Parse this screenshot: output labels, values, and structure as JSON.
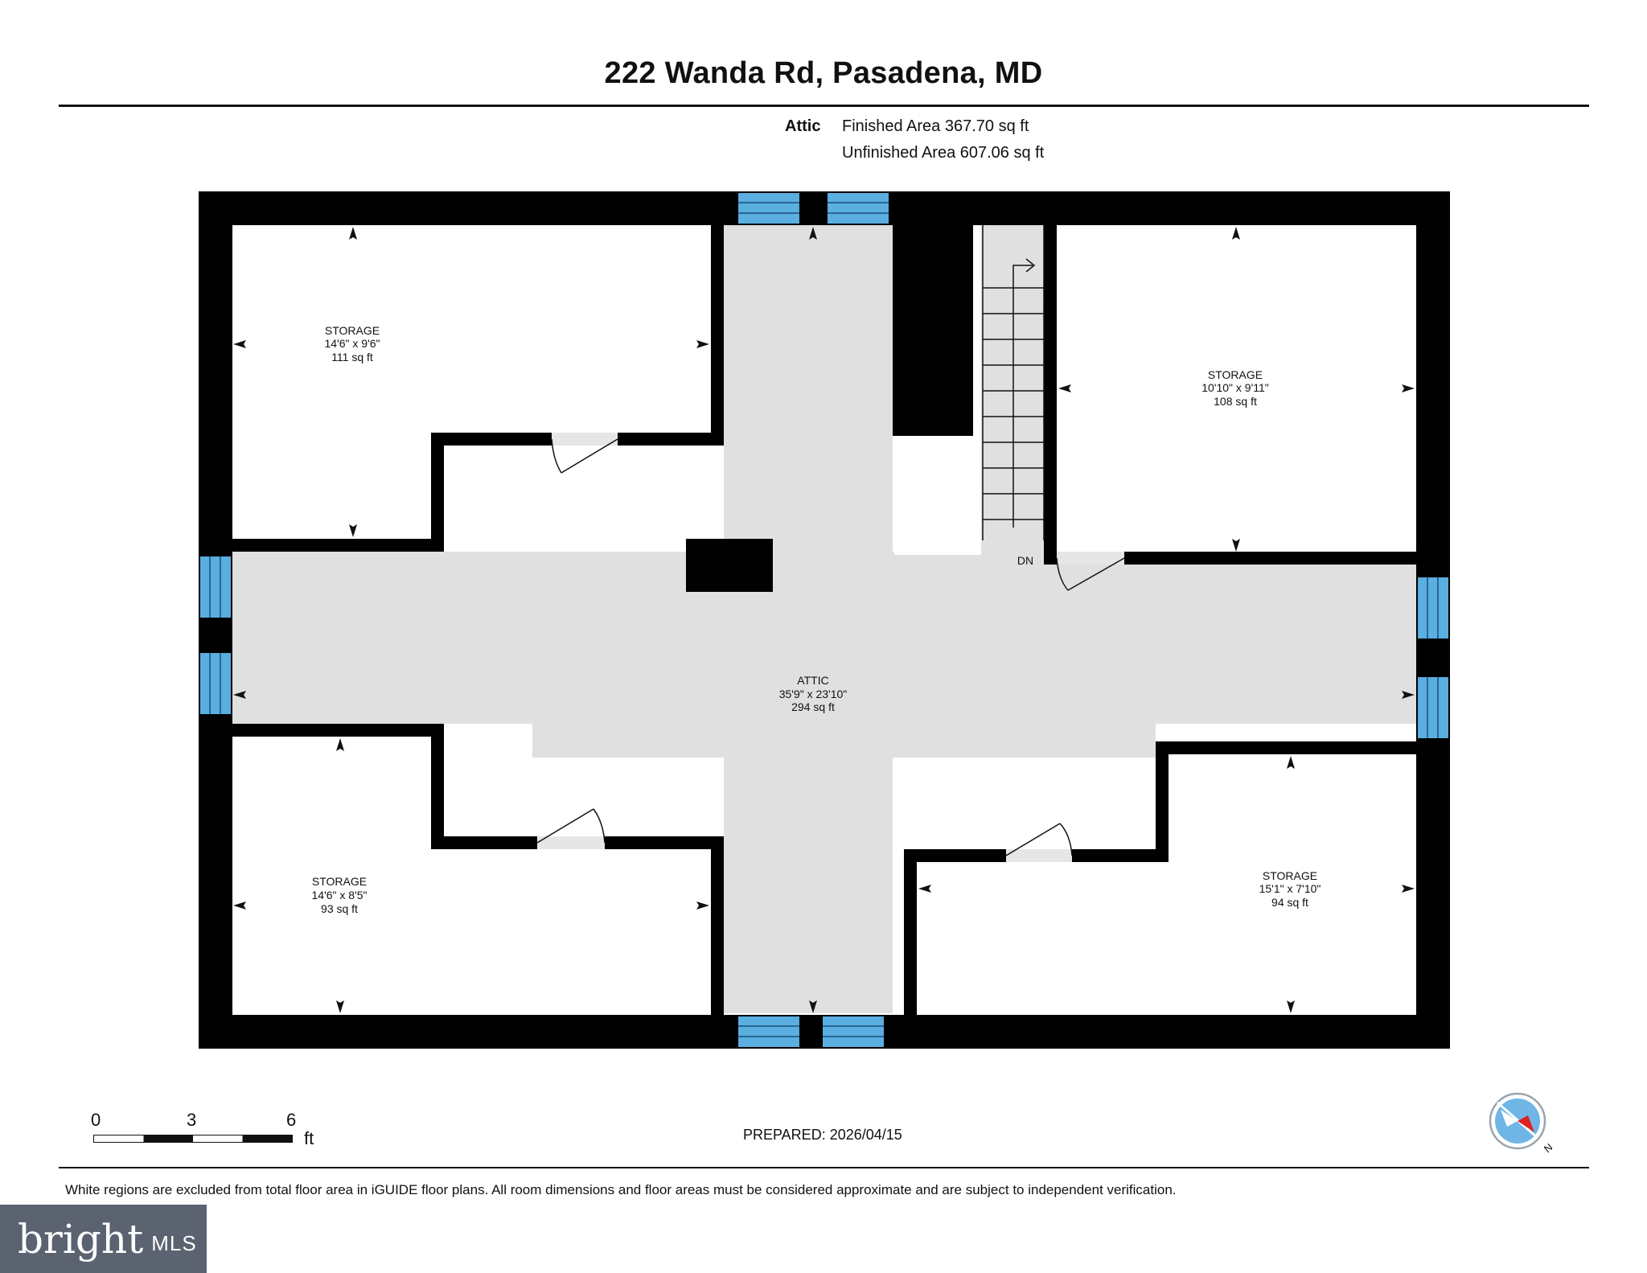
{
  "title": "222 Wanda Rd, Pasadena, MD",
  "area": {
    "label": "Attic",
    "finished": "Finished Area 367.70 sq ft",
    "unfinished": "Unfinished Area 607.06 sq ft"
  },
  "rooms": [
    {
      "name": "STORAGE",
      "dims": "14'6\" x 9'6\"",
      "area": "111 sq ft"
    },
    {
      "name": "STORAGE",
      "dims": "10'10\" x 9'11\"",
      "area": "108 sq ft"
    },
    {
      "name": "ATTIC",
      "dims": "35'9\" x 23'10\"",
      "area": "294 sq ft"
    },
    {
      "name": "STORAGE",
      "dims": "14'6\" x 8'5\"",
      "area": "93 sq ft"
    },
    {
      "name": "STORAGE",
      "dims": "15'1\" x 7'10\"",
      "area": "94 sq ft"
    }
  ],
  "stairs_label": "DN",
  "scale": {
    "ticks": [
      "0",
      "3",
      "6"
    ],
    "unit": "ft"
  },
  "prepared": "PREPARED: 2026/04/15",
  "disclaimer": "White regions are excluded from total floor area in iGUIDE floor plans. All room dimensions and floor areas must be considered approximate and are subject to independent verification.",
  "logo": {
    "bright": "bright",
    "mls": "MLS"
  },
  "compass_label": "N",
  "colors": {
    "wall": "#000000",
    "floor": "#e0e0e0",
    "window": "#5aaee0",
    "compass_red": "#e02020",
    "logo_bg": "#5b6270"
  },
  "icons": {
    "compass": "compass-icon",
    "dimension_arrow": "arrowhead-icon",
    "door": "door-swing-icon",
    "stairs": "stairs-icon"
  }
}
